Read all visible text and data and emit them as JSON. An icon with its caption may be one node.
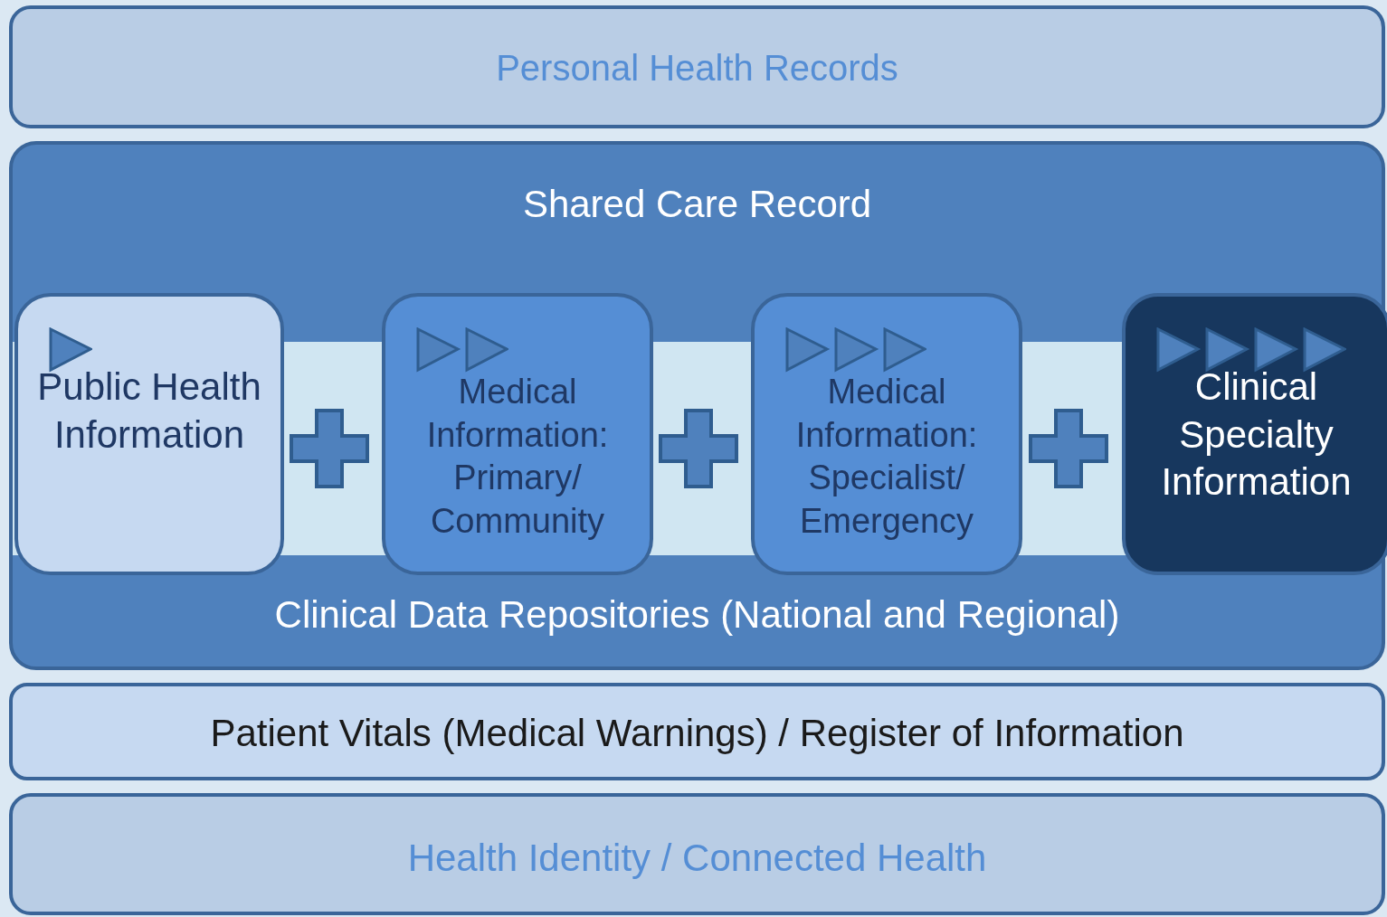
{
  "diagram": {
    "nodes": [
      {
        "text": [
          "Personal Health Records"
        ]
      },
      {
        "text": [
          "Shared Care Record",
          "Clinical Data Repositories (National and Regional)"
        ]
      },
      {
        "text": [
          "Public Health Information"
        ],
        "in": 1
      },
      {
        "text": [
          "Medical Information: Primary/ Community"
        ],
        "in": 1
      },
      {
        "text": [
          "Medical Information: Specialist/ Emergency"
        ],
        "in": 1
      },
      {
        "text": [
          "Clinical Specialty Information"
        ],
        "in": 1
      },
      {
        "text": [
          "Patient Vitals (Medical Warnings) / Register of Information"
        ]
      },
      {
        "text": [
          "Health Identity / Connected Health"
        ]
      }
    ]
  }
}
